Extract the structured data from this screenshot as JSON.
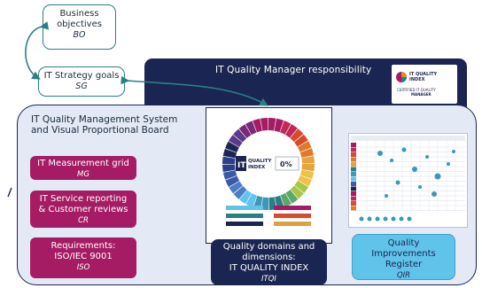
{
  "business_objectives": {
    "line1": "Business",
    "line2": "objectives",
    "abbr": "BO"
  },
  "strategy_goals": {
    "label": "IT Strategy goals",
    "abbr": "SG"
  },
  "responsibility": {
    "title": "IT Quality Manager responsibility"
  },
  "logo": {
    "brand_line1": "IT QUALITY",
    "brand_line2": "INDEX",
    "sub1": "CERTIFIED IT QUALITY",
    "sub2": "MANAGER"
  },
  "qms": {
    "line1": "IT Quality Management System",
    "line2": "and Visual Proportional Board"
  },
  "measurement_grid": {
    "label": "IT Measurement grid",
    "abbr": "MG"
  },
  "service_reporting": {
    "line1": "IT Service reporting",
    "line2": "& Customer reviews",
    "abbr": "CR"
  },
  "requirements": {
    "line1": "Requirements:",
    "line2": "ISO/IEC 9001",
    "abbr": "ISO"
  },
  "wheel": {
    "index_line1": "QUALITY",
    "index_line2": "INDEX",
    "percent": "0%"
  },
  "itqi": {
    "line1": "Quality domains and",
    "line2": "dimensions:",
    "line3": "IT QUALITY INDEX",
    "abbr": "ITQI"
  },
  "qir": {
    "line1": "Quality",
    "line2": "Improvements",
    "line3": "Register",
    "abbr": "QIR"
  },
  "colors": {
    "teal": "#2a7f84",
    "navy": "#1b2552",
    "magenta": "#a51c64",
    "panel": "#e3eaf6",
    "light_blue": "#5fc3ea"
  }
}
